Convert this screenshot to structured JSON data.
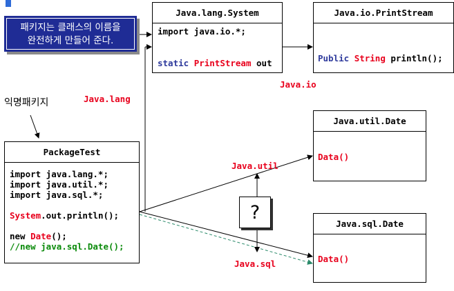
{
  "note": {
    "line1": "패키지는 클래스의 이름을",
    "line2": "완전하게 만들어 준다."
  },
  "anonymous_package_label": "익명패키지",
  "package_test": {
    "title": "PackageTest",
    "imports": [
      "import java.lang.*;",
      "import java.util.*;",
      "import java.sql.*;"
    ],
    "println_prefix": "System",
    "println_rest": ".out.println();",
    "new_kw": "new ",
    "new_date": "Date",
    "new_rest": "();",
    "comment": "//new java.sql.Date();"
  },
  "system_box": {
    "title": "Java.lang.System",
    "import_line": "import java.io.*;",
    "static_kw": "static",
    "type": "PrintStream",
    "field": "out"
  },
  "printstream_box": {
    "title": "Java.io.PrintStream",
    "public_kw": "Public",
    "type": "String",
    "method": "println();"
  },
  "util_date_box": {
    "title": "Java.util.Date",
    "method": "Data()"
  },
  "sql_date_box": {
    "title": "Java.sql.Date",
    "method": "Data()"
  },
  "packages": {
    "lang": "Java.lang",
    "io": "Java.io",
    "util": "Java.util",
    "sql": "Java.sql"
  },
  "question_mark": "?",
  "colors": {
    "keyword_red": "#e8001c",
    "keyword_blue": "#2e3a9c",
    "comment_green": "#0a8a0a",
    "note_bg": "#1f2c95"
  }
}
